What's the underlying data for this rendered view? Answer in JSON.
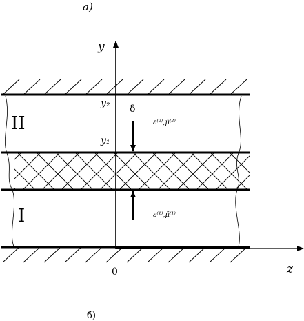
{
  "panel_labels": {
    "top": "а)",
    "bottom": "б)"
  },
  "axes": {
    "y": "y",
    "z": "z",
    "origin": "0"
  },
  "boundaries": {
    "upper": "y₂",
    "lower": "y₁"
  },
  "gap_symbol": "δ",
  "regions": {
    "upper": "II",
    "lower": "I"
  },
  "media": {
    "upper": "ε⁽²⁾,μ̄⁽²⁾",
    "lower": "ε⁽¹⁾,μ̄⁽¹⁾"
  },
  "colors": {
    "ink": "#000000",
    "background": "#ffffff"
  }
}
